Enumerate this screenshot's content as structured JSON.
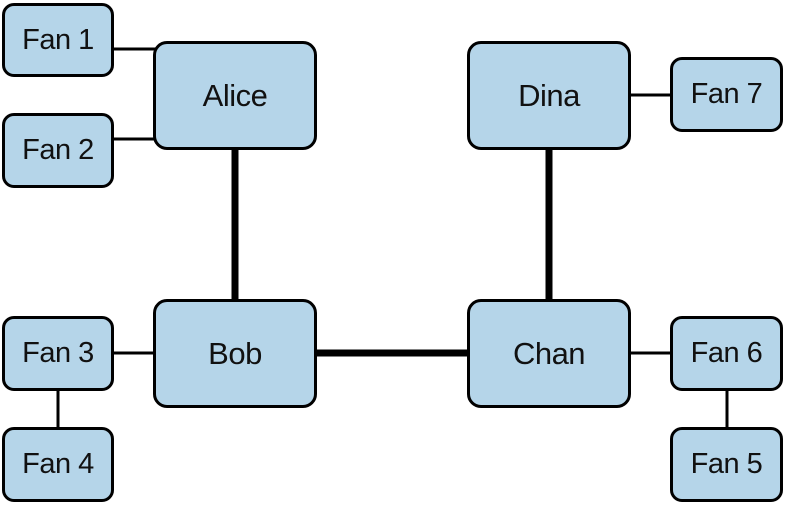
{
  "diagram": {
    "nodes": {
      "alice": "Alice",
      "bob": "Bob",
      "chan": "Chan",
      "dina": "Dina",
      "fan1": "Fan 1",
      "fan2": "Fan 2",
      "fan3": "Fan 3",
      "fan4": "Fan 4",
      "fan5": "Fan 5",
      "fan6": "Fan 6",
      "fan7": "Fan 7"
    },
    "edges": [
      {
        "from": "Alice",
        "to": "Bob",
        "weight": "thick"
      },
      {
        "from": "Bob",
        "to": "Chan",
        "weight": "thick"
      },
      {
        "from": "Chan",
        "to": "Dina",
        "weight": "thick"
      },
      {
        "from": "Fan 1",
        "to": "Alice",
        "weight": "thin"
      },
      {
        "from": "Fan 2",
        "to": "Alice",
        "weight": "thin"
      },
      {
        "from": "Fan 3",
        "to": "Bob",
        "weight": "thin"
      },
      {
        "from": "Fan 3",
        "to": "Fan 4",
        "weight": "thin"
      },
      {
        "from": "Fan 6",
        "to": "Chan",
        "weight": "thin"
      },
      {
        "from": "Fan 6",
        "to": "Fan 5",
        "weight": "thin"
      },
      {
        "from": "Fan 7",
        "to": "Dina",
        "weight": "thin"
      }
    ],
    "colors": {
      "node_fill": "#b5d5e9",
      "node_border": "#000000",
      "edge": "#000000"
    }
  }
}
